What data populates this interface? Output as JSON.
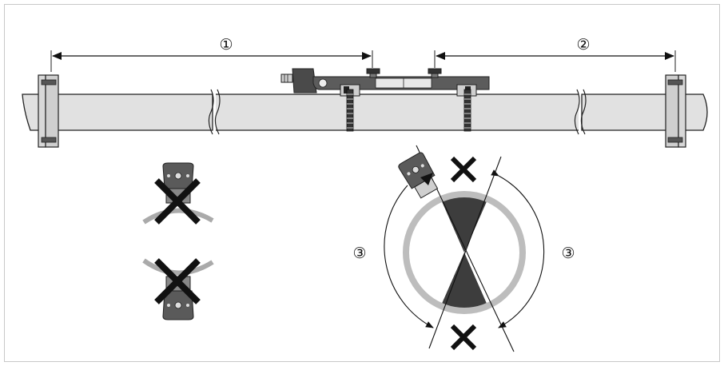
{
  "labels": {
    "dim_1": "①",
    "dim_2": "②",
    "angle_3_left": "③",
    "angle_3_right": "③"
  },
  "colors": {
    "frame": "#c8c8c8",
    "pipe_fill": "#e1e1e1",
    "outline": "#222222",
    "pipe_ring": "#bdbdbd",
    "forbidden_zone": "#3d3d3d",
    "sensor_body": "#5a5a5a",
    "cross": "#111111"
  },
  "icons": [
    "flange-icon",
    "sensor-rail-icon",
    "clamp-strap-icon",
    "cross-mark-icon",
    "sensor-head-icon",
    "double-arrow-icon"
  ]
}
